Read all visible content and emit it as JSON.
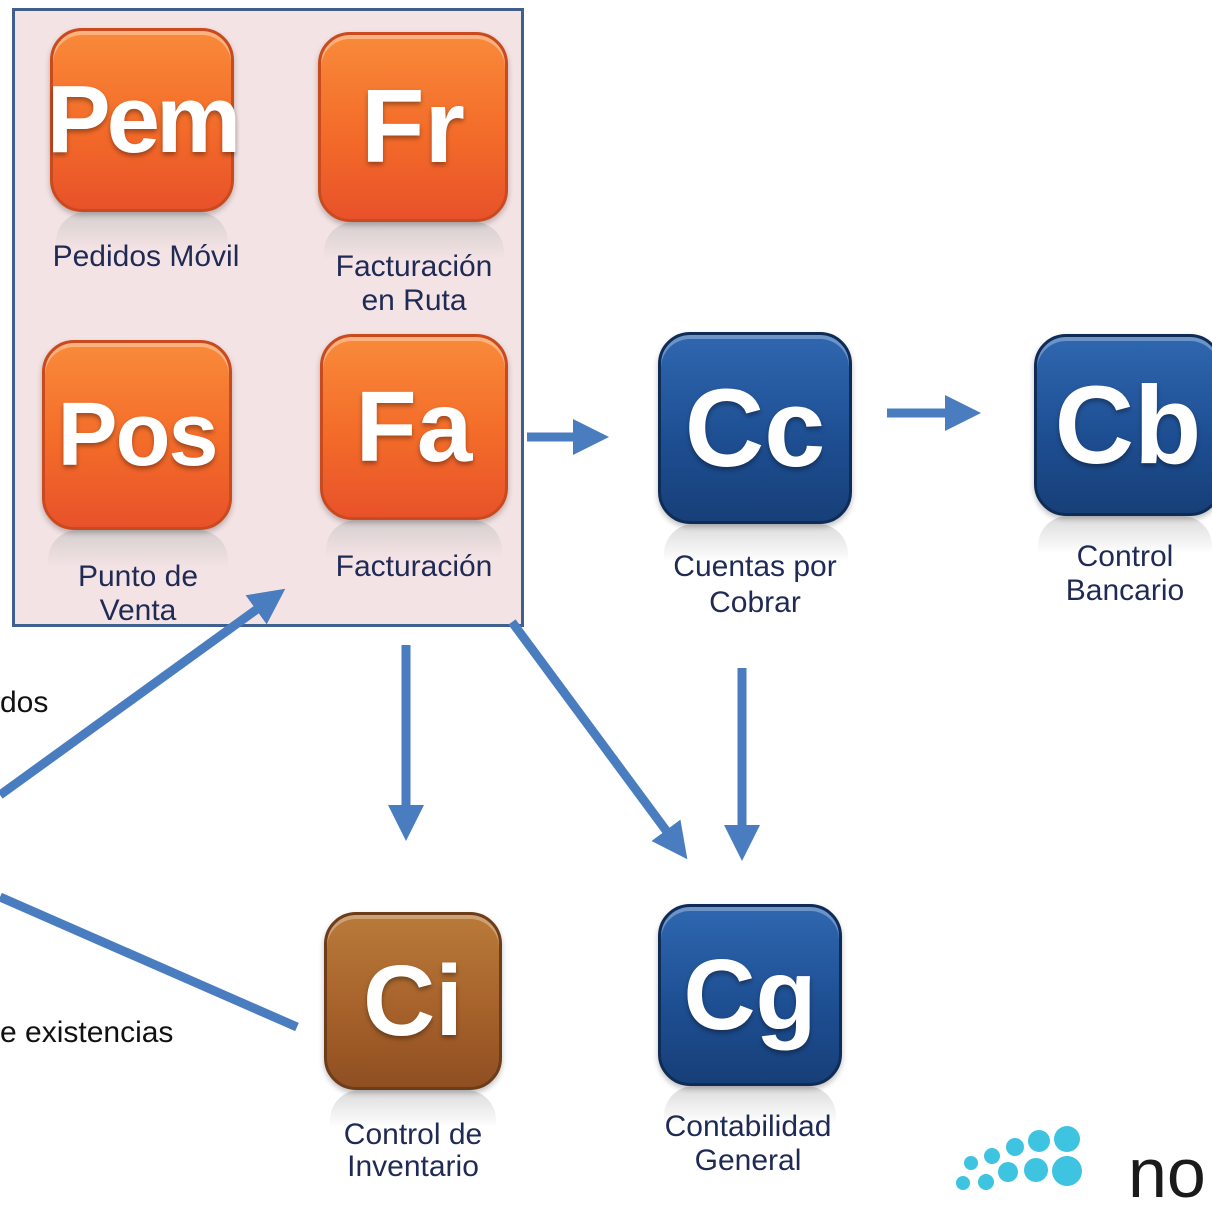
{
  "apps": {
    "pem": {
      "abbr": "Pem",
      "label": "Pedidos Móvil"
    },
    "fr": {
      "abbr": "Fr",
      "label_line1": "Facturación",
      "label_line2": "en Ruta"
    },
    "pos": {
      "abbr": "Pos",
      "label_line1": "Punto de",
      "label_line2": "Venta"
    },
    "fa": {
      "abbr": "Fa",
      "label": "Facturación"
    },
    "cc": {
      "abbr": "Cc",
      "label_line1": "Cuentas por",
      "label_line2": "Cobrar"
    },
    "cb": {
      "abbr": "Cb",
      "label_line1": "Control",
      "label_line2": "Bancario"
    },
    "ci": {
      "abbr": "Ci",
      "label_line1": "Control de",
      "label_line2": "Inventario"
    },
    "cg": {
      "abbr": "Cg",
      "label_line1": "Contabilidad",
      "label_line2": "General"
    }
  },
  "side_texts": {
    "upper": "dos",
    "lower": "e existencias"
  },
  "logo": {
    "text": "no"
  },
  "colors": {
    "group_bg": "#f4e3e4",
    "group_border": "#3f5f8f",
    "arrow": "#4a7dbf",
    "orange": "#f36b29",
    "blue": "#1e4f93",
    "brown": "#a7622b",
    "label": "#1f2a55",
    "logo_dot": "#3ec3e0"
  }
}
